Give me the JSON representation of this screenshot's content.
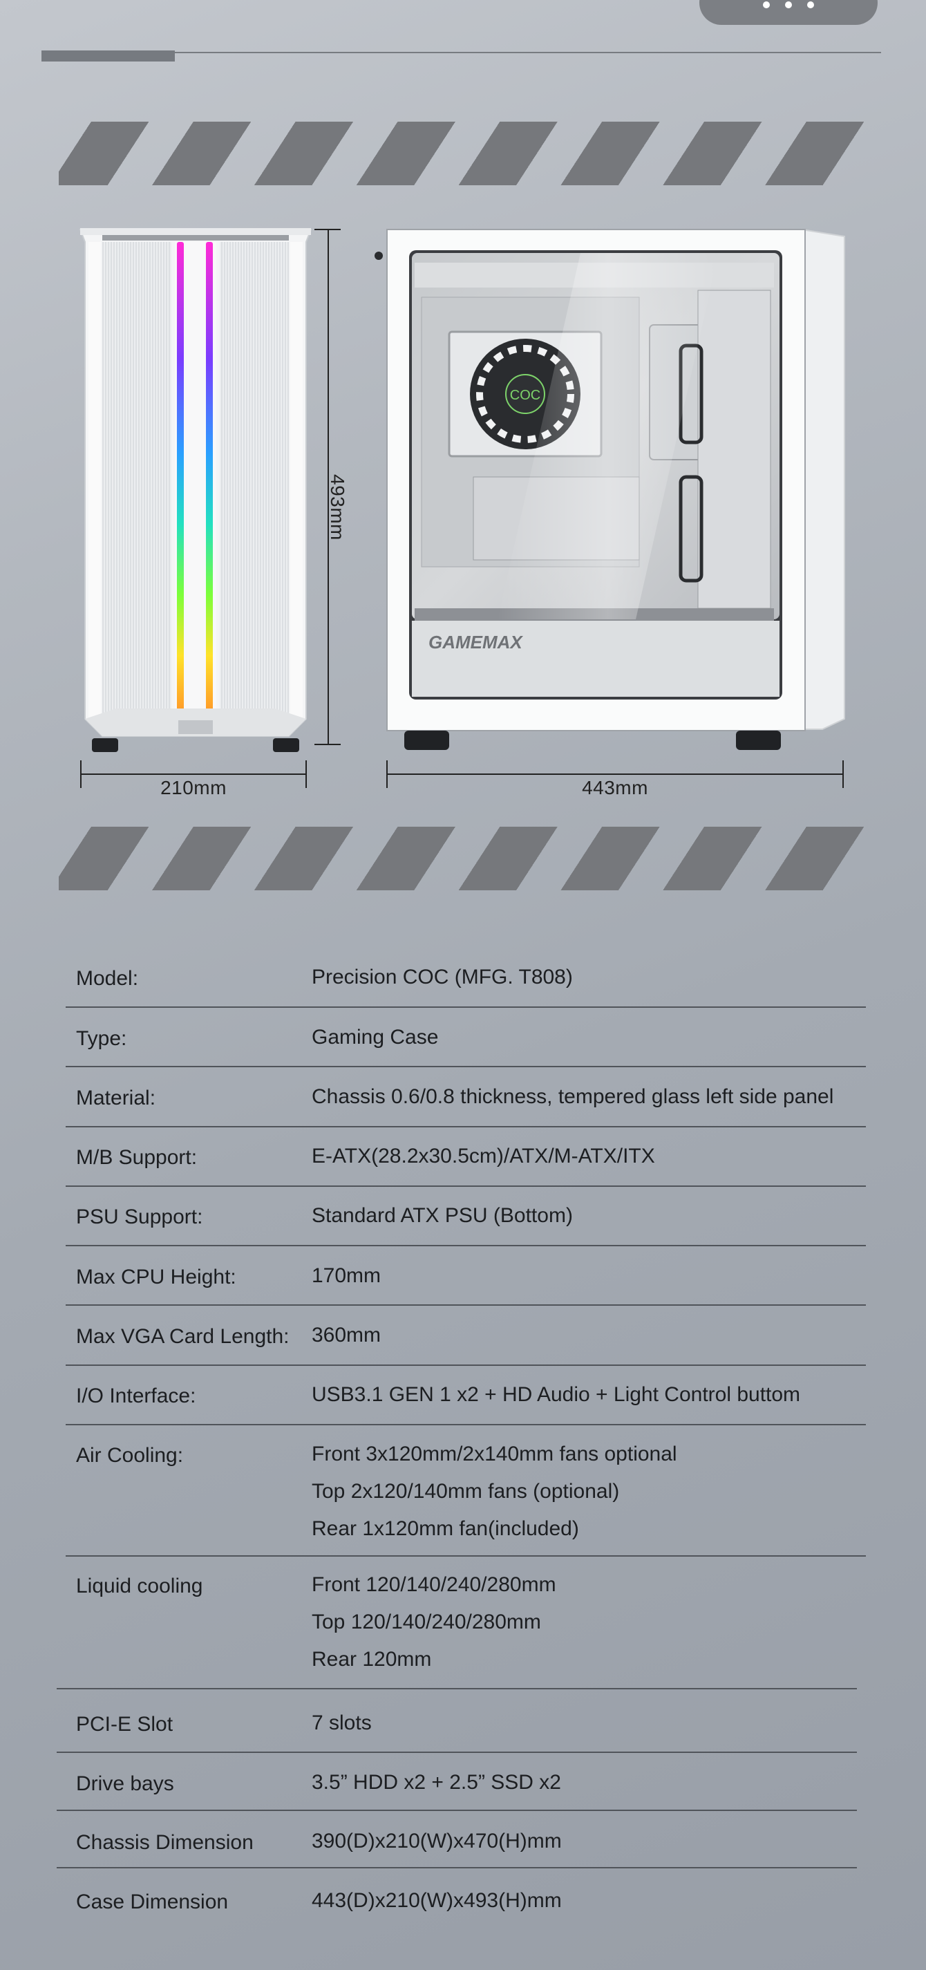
{
  "header": {
    "menu_icon": "more-dots-icon"
  },
  "dimensions": {
    "height": "493mm",
    "width": "210mm",
    "depth": "443mm"
  },
  "product": {
    "brand_logo": "GAMEMAX",
    "fan_logo": "COC",
    "rgb_colors": [
      "#ff2bd6",
      "#7a3dff",
      "#2aa0ff",
      "#23e0c0",
      "#7cff3a",
      "#ffe22a",
      "#ff9a2a"
    ]
  },
  "specs": [
    {
      "label": "Model:",
      "values": [
        "Precision COC (MFG. T808)"
      ]
    },
    {
      "label": "Type:",
      "values": [
        "Gaming Case"
      ]
    },
    {
      "label": "Material:",
      "values": [
        "Chassis 0.6/0.8 thickness, tempered glass left side panel"
      ]
    },
    {
      "label": "M/B Support:",
      "values": [
        "E-ATX(28.2x30.5cm)/ATX/M-ATX/ITX"
      ]
    },
    {
      "label": "PSU Support:",
      "values": [
        "Standard ATX PSU (Bottom)"
      ]
    },
    {
      "label": "Max CPU Height:",
      "values": [
        "170mm"
      ]
    },
    {
      "label": "Max VGA Card Length:",
      "values": [
        "360mm"
      ]
    },
    {
      "label": "I/O Interface:",
      "values": [
        "USB3.1 GEN 1 x2 + HD Audio + Light Control buttom"
      ]
    },
    {
      "label": "Air Cooling:",
      "values": [
        "Front  3x120mm/2x140mm fans  optional",
        "Top  2x120/140mm fans (optional)",
        "Rear  1x120mm fan(included)"
      ]
    },
    {
      "label": "Liquid cooling",
      "values": [
        "Front  120/140/240/280mm",
        "Top  120/140/240/280mm",
        "Rear  120mm"
      ]
    },
    {
      "label": "PCI-E Slot",
      "values": [
        "7 slots"
      ]
    },
    {
      "label": "Drive bays",
      "values": [
        "3.5” HDD x2 + 2.5” SSD x2"
      ]
    },
    {
      "label": "Chassis Dimension",
      "values": [
        "390(D)x210(W)x470(H)mm"
      ]
    },
    {
      "label": "Case Dimension",
      "values": [
        "443(D)x210(W)x493(H)mm"
      ]
    }
  ]
}
